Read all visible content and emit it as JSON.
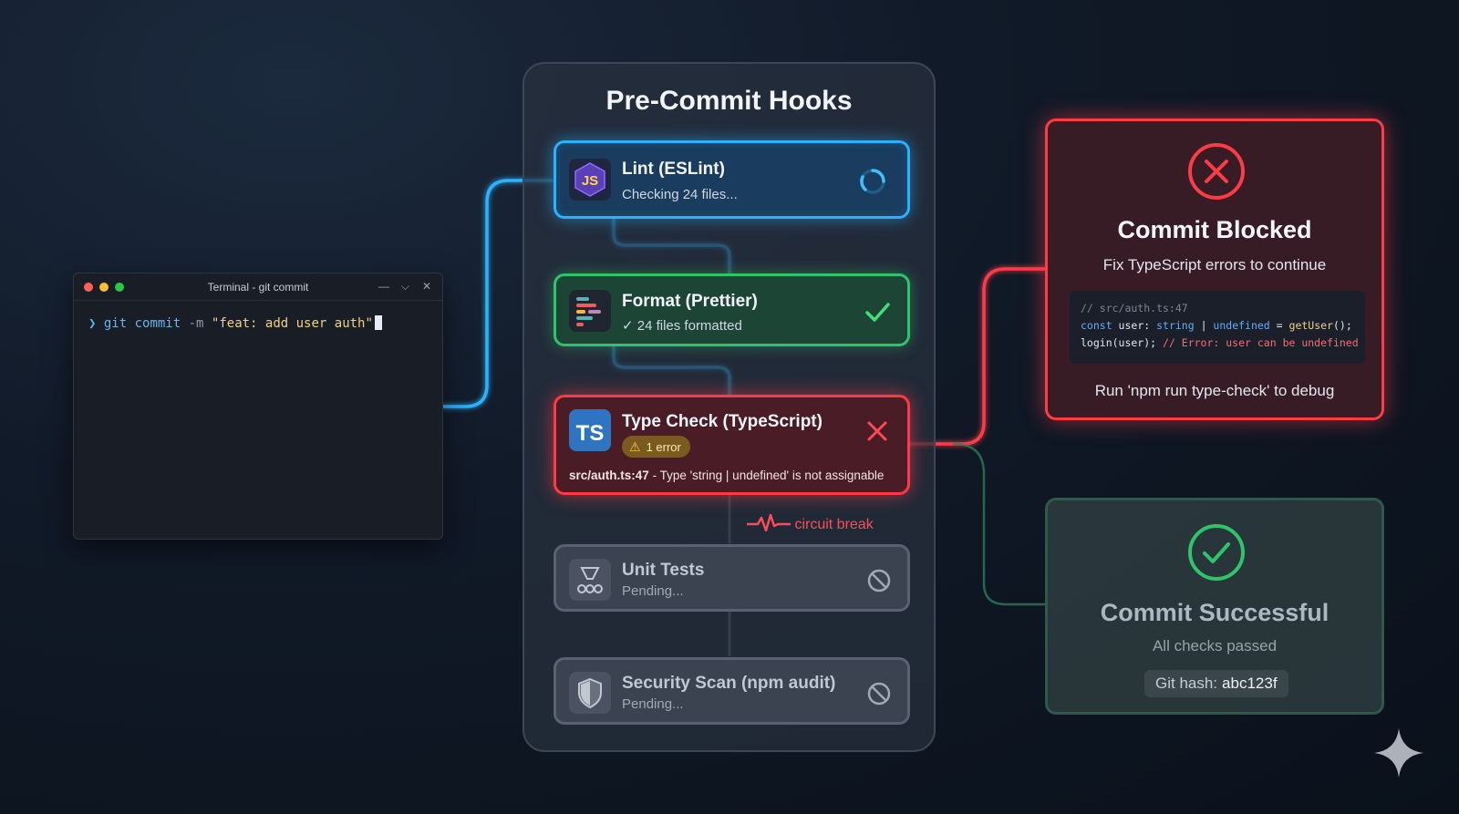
{
  "terminal": {
    "title": "Terminal - git commit",
    "controls": [
      "—",
      "⌵",
      "✕"
    ],
    "prompt": "❯",
    "command": "git commit",
    "flag": "-m",
    "message": "\"feat: add user auth\""
  },
  "panel": {
    "title": "Pre-Commit Hooks",
    "hooks": [
      {
        "icon": "eslint-icon",
        "icon_text": "JS",
        "name": "Lint (ESLint)",
        "status": "Checking 24 files...",
        "state": "running",
        "color": "#29b3ff"
      },
      {
        "icon": "prettier-icon",
        "name": "Format (Prettier)",
        "status": "✓ 24 files formatted",
        "state": "passed",
        "color": "#2ec46a"
      },
      {
        "icon": "typescript-icon",
        "icon_text": "TS",
        "name": "Type Check (TypeScript)",
        "badge": "1 error",
        "error_file": "src/auth.ts:47",
        "error_msg": "- Type 'string | undefined' is not assignable",
        "state": "failed",
        "color": "#ff3a45"
      },
      {
        "icon": "jest-icon",
        "name": "Unit Tests",
        "status": "Pending...",
        "state": "skipped"
      },
      {
        "icon": "shield-icon",
        "name": "Security Scan (npm audit)",
        "status": "Pending...",
        "state": "skipped"
      }
    ],
    "circuit_label": "circuit break"
  },
  "blocked": {
    "title": "Commit Blocked",
    "subtitle": "Fix TypeScript errors to continue",
    "code": {
      "comment": "// src/auth.ts:47",
      "line2_kw": "const",
      "line2_a": " user: ",
      "line2_t1": "string",
      "line2_b": " | ",
      "line2_t2": "undefined",
      "line2_c": " = ",
      "line2_fn": "getUser",
      "line2_d": "();",
      "line3_a": "login(user); ",
      "line3_err": "// Error: user can be undefined"
    },
    "hint": "Run 'npm run type-check' to debug",
    "color": "#ff3b46"
  },
  "success": {
    "title": "Commit Successful",
    "subtitle": "All checks passed",
    "hash_label": "Git hash:",
    "hash_value": "abc123f",
    "color": "#2ec46a"
  }
}
